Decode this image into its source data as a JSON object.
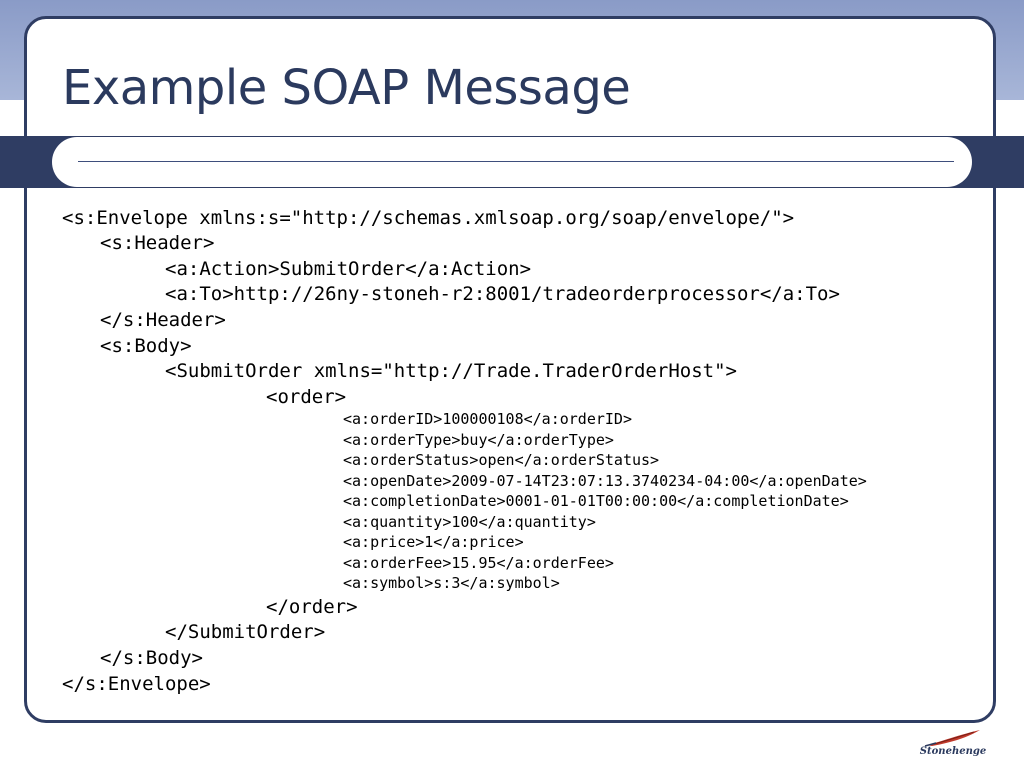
{
  "slide": {
    "title": "Example SOAP Message"
  },
  "code": {
    "lines": [
      "<s:Envelope xmlns:s=\"http://schemas.xmlsoap.org/soap/envelope/\">",
      "<s:Header>",
      "<a:Action>SubmitOrder</a:Action>",
      "<a:To>http://26ny-stoneh-r2:8001/tradeorderprocessor</a:To>",
      "</s:Header>",
      "<s:Body>",
      "<SubmitOrder xmlns=\"http://Trade.TraderOrderHost\">",
      "<order>",
      "<a:orderID>100000108</a:orderID>",
      "<a:orderType>buy</a:orderType>",
      "<a:orderStatus>open</a:orderStatus>",
      "<a:openDate>2009-07-14T23:07:13.3740234-04:00</a:openDate>",
      "<a:completionDate>0001-01-01T00:00:00</a:completionDate>",
      "<a:quantity>100</a:quantity>",
      "<a:price>1</a:price>",
      "<a:orderFee>15.95</a:orderFee>",
      "<a:symbol>s:3</a:symbol>",
      "</order>",
      "</SubmitOrder>",
      "</s:Body>",
      "</s:Envelope>"
    ]
  },
  "logo": {
    "text": "Stonehenge",
    "colors": {
      "feather": "#c0392b",
      "text": "#2b3a5e"
    }
  },
  "colors": {
    "title": "#2b3a5e",
    "band": "#2f3d63",
    "frame": "#2f3d63"
  }
}
